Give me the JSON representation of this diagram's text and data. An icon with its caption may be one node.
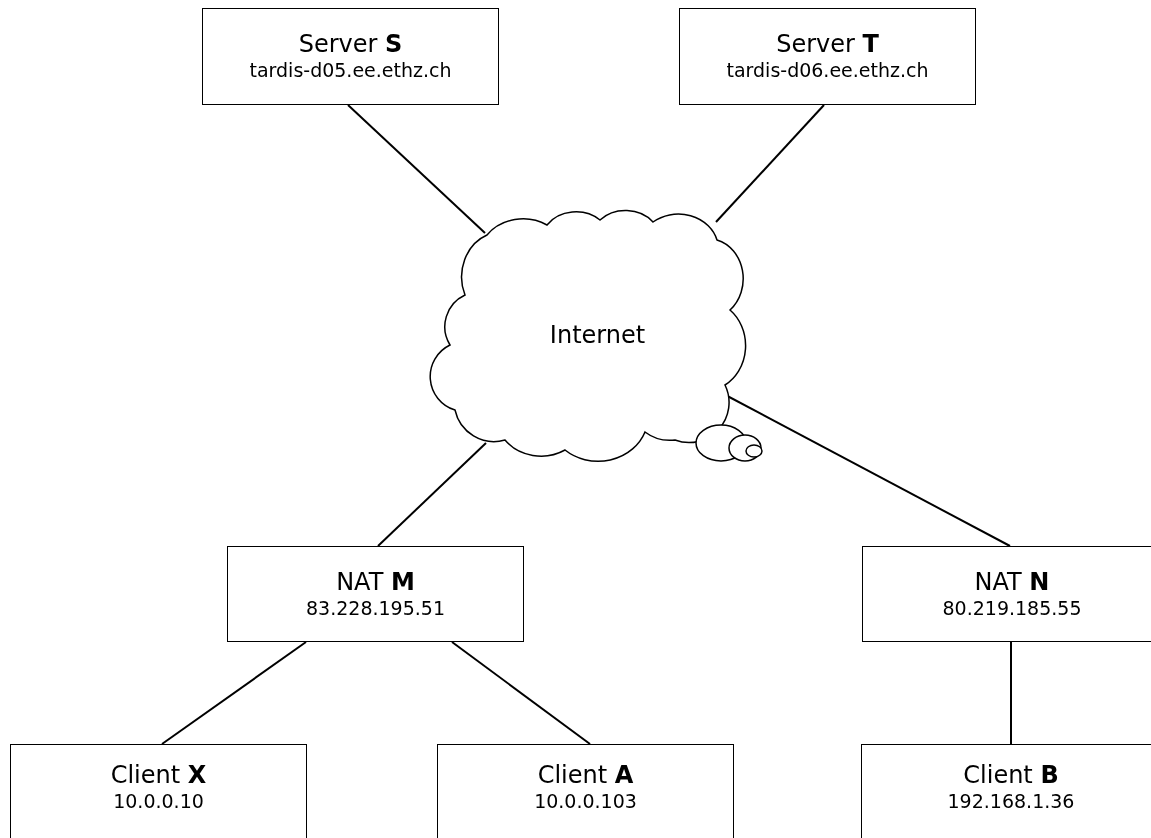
{
  "diagram": {
    "nodes": [
      {
        "text": [
          "Server **S**",
          "tardis-d05.ee.ethz.ch"
        ]
      },
      {
        "text": [
          "Server **T**",
          "tardis-d06.ee.ethz.ch"
        ]
      },
      {
        "text": [
          "Internet"
        ]
      },
      {
        "text": [
          "NAT **M**",
          "83.228.195.51"
        ]
      },
      {
        "text": [
          "NAT **N**",
          "80.219.185.55"
        ]
      },
      {
        "text": [
          "Client **X**",
          "10.0.0.10"
        ]
      },
      {
        "text": [
          "Client **A**",
          "10.0.0.103"
        ]
      },
      {
        "text": [
          "Client **B**",
          "192.168.1.36"
        ]
      }
    ],
    "edges": [
      {
        "from": 0,
        "to": 2,
        "arrow": "none"
      },
      {
        "from": 1,
        "to": 2,
        "arrow": "none"
      },
      {
        "from": 2,
        "to": 3,
        "arrow": "none"
      },
      {
        "from": 2,
        "to": 4,
        "arrow": "none"
      },
      {
        "from": 3,
        "to": 5,
        "arrow": "none"
      },
      {
        "from": 3,
        "to": 6,
        "arrow": "none"
      },
      {
        "from": 4,
        "to": 7,
        "arrow": "none"
      }
    ]
  }
}
